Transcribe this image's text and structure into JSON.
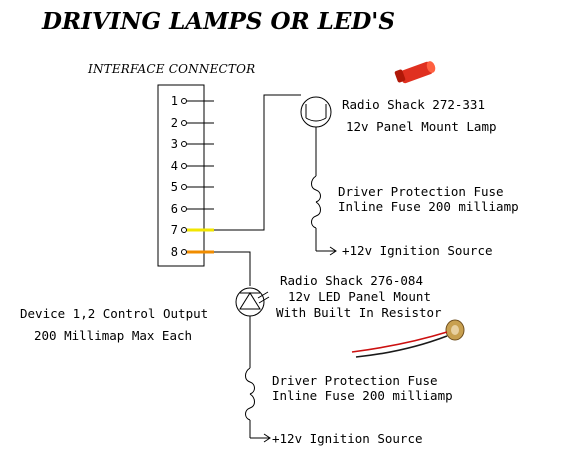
{
  "title": "DRIVING LAMPS OR LED'S",
  "connector": {
    "label": "INTERFACE CONNECTOR",
    "pins": [
      "1",
      "2",
      "3",
      "4",
      "5",
      "6",
      "7",
      "8"
    ]
  },
  "lamp": {
    "part_line1": "Radio Shack 272-331",
    "part_line2": "12v Panel Mount Lamp",
    "fuse_line1": "Driver Protection Fuse",
    "fuse_line2": "Inline Fuse 200 milliamp",
    "source": "+12v Ignition Source"
  },
  "led": {
    "part_line1": "Radio Shack 276-084",
    "part_line2": "12v LED Panel Mount",
    "part_line3": "With Built In Resistor",
    "fuse_line1": "Driver Protection Fuse",
    "fuse_line2": "Inline Fuse 200 milliamp",
    "source": "+12v Ignition Source"
  },
  "output": {
    "line1": "Device 1,2 Control Output",
    "line2": "200 Millimap Max Each"
  },
  "colors": {
    "pin7_wire": "#f2e600",
    "pin8_wire": "#f08c00",
    "lamp_photo": "#e03020",
    "led_photo_ring": "#c8a050",
    "led_photo_leads": "#cc1010"
  }
}
